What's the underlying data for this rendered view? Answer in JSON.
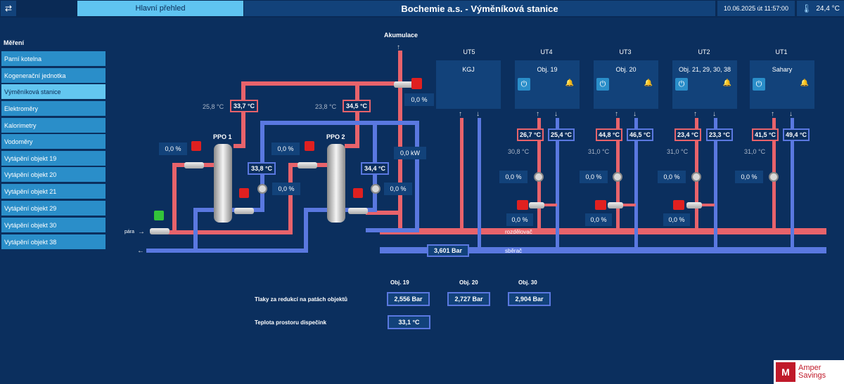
{
  "header": {
    "nav_icon": "swap-icon",
    "overview_tab": "Hlavní přehled",
    "title": "Bochemie a.s. - Výměníková stanice",
    "datetime": "10.06.2025 út 11:57:00",
    "outside_temp": "24,4 °C"
  },
  "sidebar": {
    "title": "Měření",
    "items": [
      "Parní kotelna",
      "Kogenerační jednotka",
      "Výměníková stanice",
      "Elektroměry",
      "Kalorimetry",
      "Vodoměry",
      "Vytápění objekt 19",
      "Vytápění objekt 20",
      "Vytápění objekt 21",
      "Vytápění objekt 29",
      "Vytápění objekt 30",
      "Vytápění objekt 38"
    ],
    "active_index": 2
  },
  "diagram": {
    "accumulation_label": "Akumulace",
    "accumulation_valve": "0,0 %",
    "steam_label": "pára",
    "ppo1": {
      "name": "PPO 1",
      "temp_in": "25,8 °C",
      "temp_out": "33,7 °C",
      "steam_valve": "0,0 %",
      "return_temp": "33,8 °C",
      "mix_valve": "0,0 %"
    },
    "ppo2": {
      "name": "PPO 2",
      "temp_in": "23,8 °C",
      "temp_out": "34,5 °C",
      "steam_valve": "0,0 %",
      "return_temp": "34,4 °C",
      "mix_valve": "0,0 %"
    },
    "power": "0,0 kW",
    "pressure": "3,601 Bar",
    "distributor_label": "rozdělovač",
    "collector_label": "sběrač",
    "circuits": [
      {
        "ut": "UT5",
        "name": "KGJ"
      },
      {
        "ut": "UT4",
        "name": "Obj. 19",
        "supply": "26,7 °C",
        "return": "25,4 °C",
        "mixed": "30,8 °C",
        "pump": "0,0 %",
        "valve": "0,0 %"
      },
      {
        "ut": "UT3",
        "name": "Obj. 20",
        "supply": "44,8 °C",
        "return": "46,5 °C",
        "mixed": "31,0 °C",
        "pump": "0,0 %",
        "valve": "0,0 %"
      },
      {
        "ut": "UT2",
        "name": "Obj. 21, 29, 30, 38",
        "supply": "23,4 °C",
        "return": "23,3 °C",
        "mixed": "31,0 °C",
        "pump": "0,0 %",
        "valve": "0,0 %"
      },
      {
        "ut": "UT1",
        "name": "Sahary",
        "supply": "41,5 °C",
        "return": "49,4 °C",
        "mixed": "31,0 °C",
        "pump": "0,0 %"
      }
    ]
  },
  "pressures": {
    "label": "Tlaky za redukcí na patách objektů",
    "columns": [
      "Obj. 19",
      "Obj. 20",
      "Obj. 30"
    ],
    "values": [
      "2,556 Bar",
      "2,727 Bar",
      "2,904 Bar"
    ]
  },
  "room_temp": {
    "label": "Teplota prostoru dispečink",
    "value": "33,1 °C"
  },
  "logo": {
    "line1": "Amper",
    "line2": "Savings"
  },
  "colors": {
    "supply": "#e8636b",
    "return": "#5a78e0",
    "background": "#0b2f5e",
    "accent": "#5fc4f1"
  }
}
